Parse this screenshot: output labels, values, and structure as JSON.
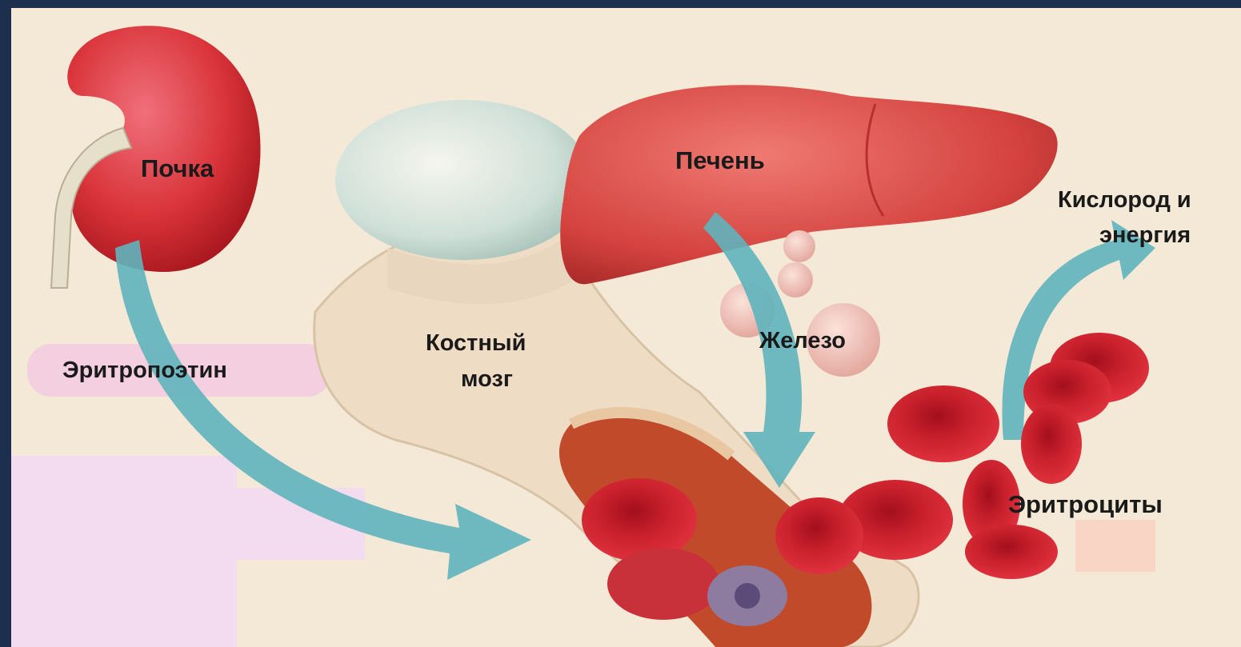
{
  "labels": {
    "kidney": "Почка",
    "liver": "Печень",
    "oxygen_line1": "Кислород и",
    "oxygen_line2": "энергия",
    "erythropoietin": "Эритропоэтин",
    "bone_marrow_line1": "Костный",
    "bone_marrow_line2": "мозг",
    "iron": "Железо",
    "erythrocytes": "Эритроциты"
  },
  "colors": {
    "background": "#f3e9d6",
    "frame": "#1c2f4f",
    "organ_red": "#d9343a",
    "arrow_teal": "#5fb4bd",
    "pill_pink": "#f4cfe0"
  },
  "icons": [
    "kidney-icon",
    "liver-icon",
    "bone-icon",
    "red-blood-cell-icon",
    "arrow-icon"
  ]
}
